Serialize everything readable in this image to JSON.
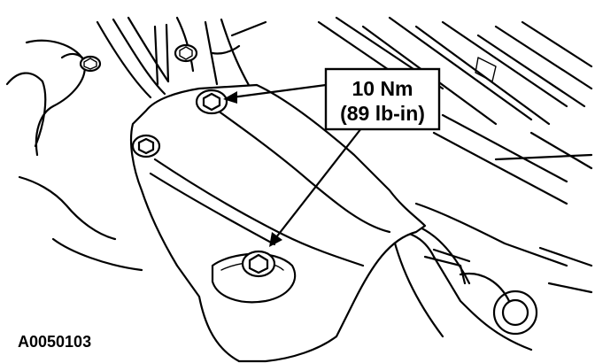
{
  "callout": {
    "line1": "10 Nm",
    "line2": "(89 lb-in)"
  },
  "figure_id": "A0050103",
  "icons": [
    "bolt-icon",
    "bolt-icon",
    "bolt-icon",
    "bolt-icon",
    "bolt-icon"
  ]
}
